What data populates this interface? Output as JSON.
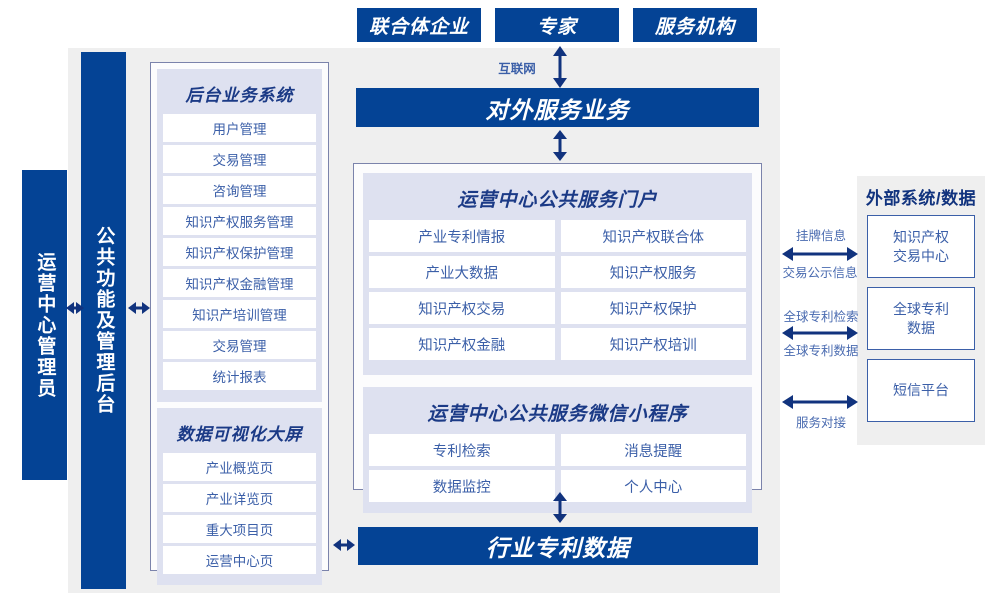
{
  "colors": {
    "primary_blue": "#044395",
    "text_blue": "#3b5fa8",
    "panel_lavender": "#dee1f0",
    "frame_gray": "#efefef",
    "border_purple": "#7b83ab"
  },
  "top_actors": [
    {
      "label": "联合体企业"
    },
    {
      "label": "专家"
    },
    {
      "label": "服务机构"
    }
  ],
  "internet_label": "互联网",
  "external_service_bar": "对外服务业务",
  "industry_data_bar": "行业专利数据",
  "left_bars": [
    {
      "label": "运营中心管理员",
      "name": "operations-center-admin"
    },
    {
      "label": "公共功能及管理后台",
      "name": "common-function-admin-backend"
    }
  ],
  "backend_system": {
    "title": "后台业务系统",
    "items": [
      "用户管理",
      "交易管理",
      "咨询管理",
      "知识产权服务管理",
      "知识产权保护管理",
      "知识产权金融管理",
      "知识产培训管理",
      "交易管理",
      "统计报表"
    ]
  },
  "data_visualization": {
    "title": "数据可视化大屏",
    "items": [
      "产业概览页",
      "产业详览页",
      "重大项目页",
      "运营中心页"
    ]
  },
  "public_portal": {
    "title": "运营中心公共服务门户",
    "items": [
      "产业专利情报",
      "知识产权联合体",
      "产业大数据",
      "知识产权服务",
      "知识产权交易",
      "知识产权保护",
      "知识产权金融",
      "知识产权培训"
    ]
  },
  "wechat_miniprogram": {
    "title": "运营中心公共服务微信小程序",
    "items": [
      "专利检索",
      "消息提醒",
      "数据监控",
      "个人中心"
    ]
  },
  "external_systems": {
    "title": "外部系统/数据",
    "items": [
      {
        "label": "知识产权交易中心",
        "line1": "知识产权",
        "line2": "交易中心"
      },
      {
        "label": "全球专利数据",
        "line1": "全球专利",
        "line2": "数据"
      },
      {
        "label": "短信平台",
        "line1": "短信平台",
        "line2": ""
      }
    ],
    "connections": [
      {
        "above": "挂牌信息",
        "below": "交易公示信息"
      },
      {
        "above": "全球专利检索",
        "below": "全球专利数据"
      },
      {
        "above": "",
        "below": "服务对接"
      }
    ]
  }
}
